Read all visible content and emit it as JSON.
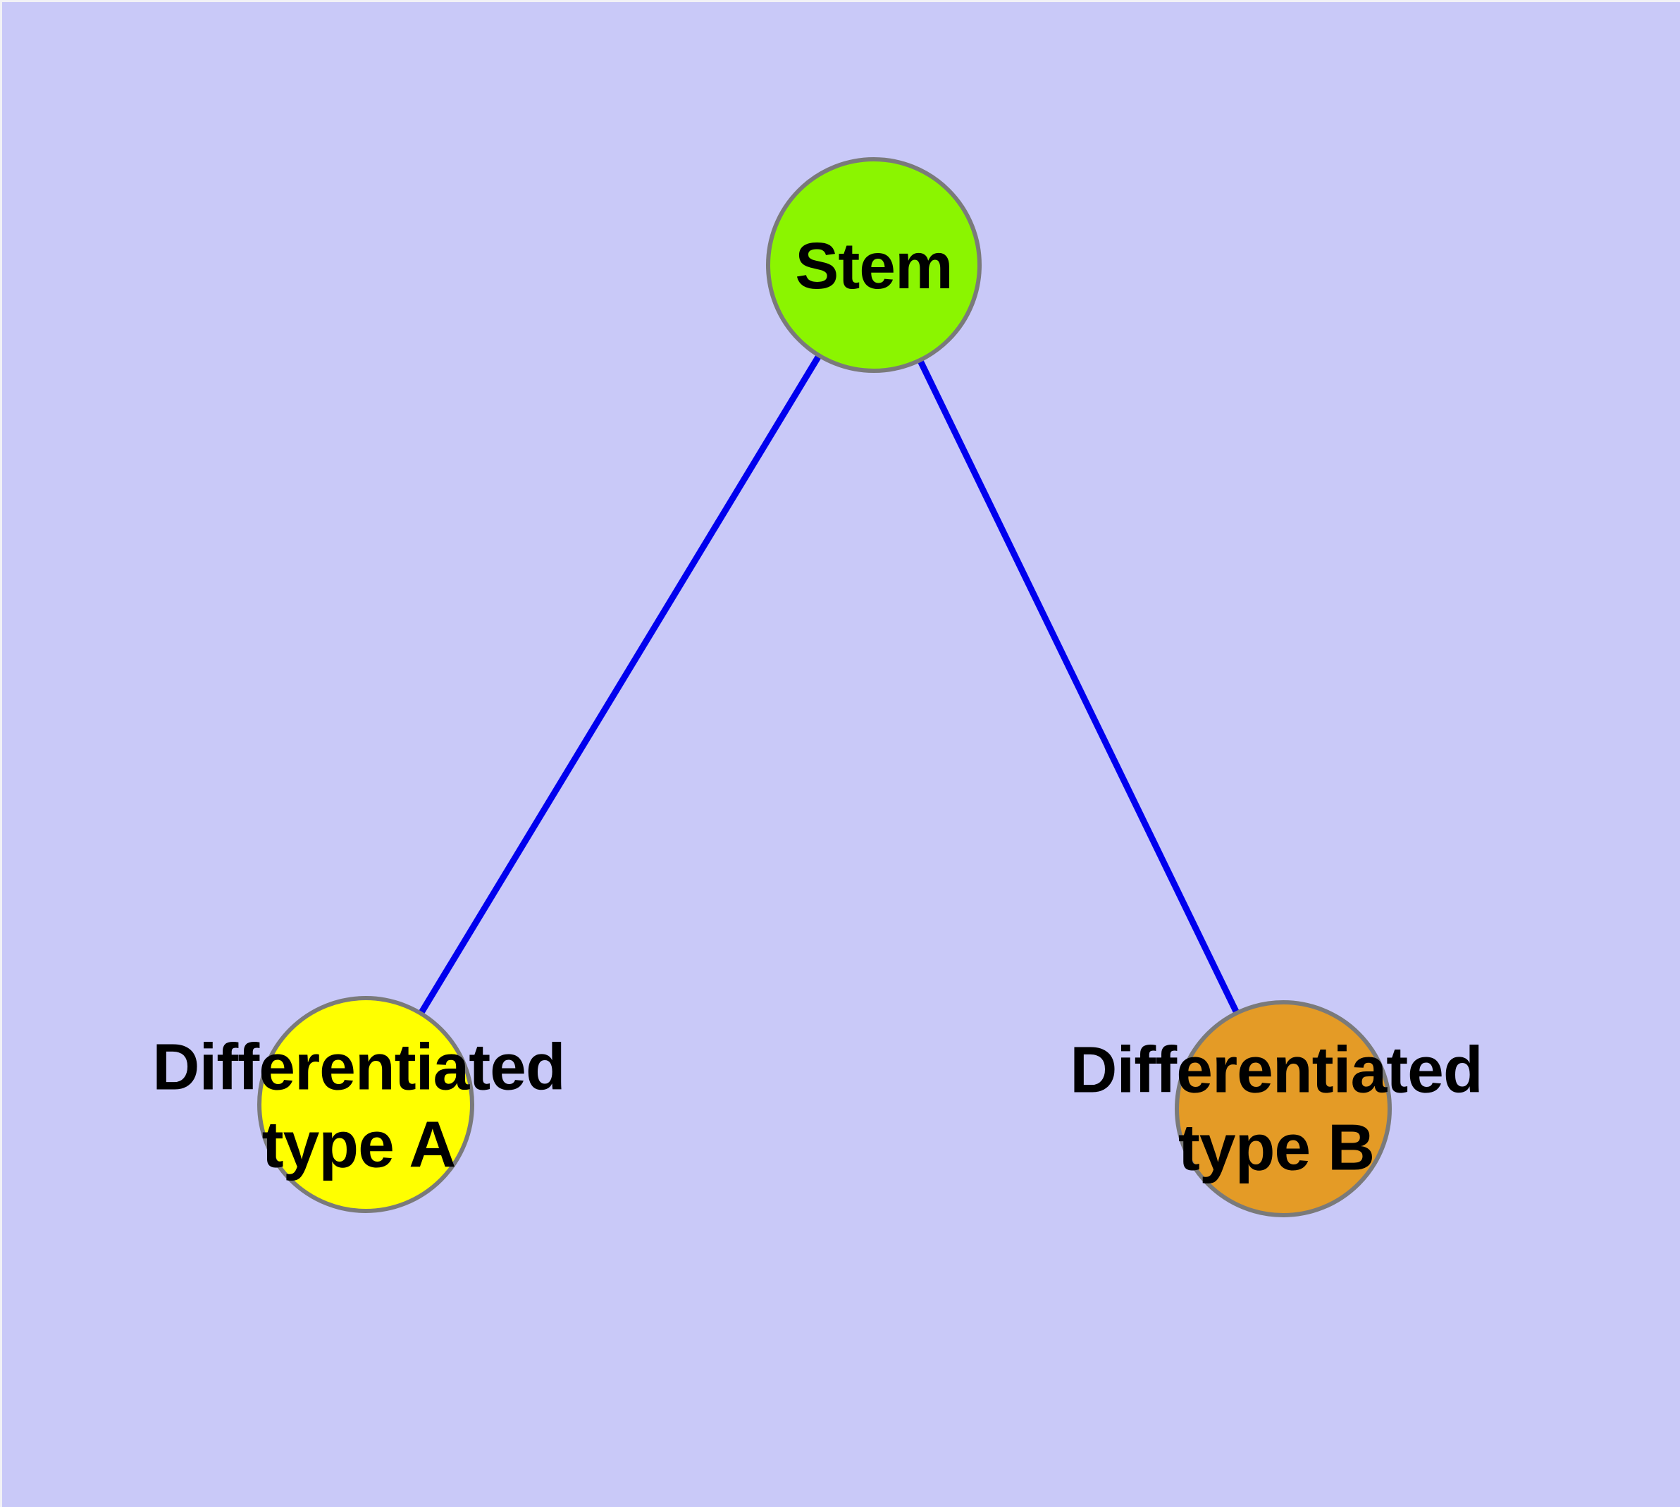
{
  "colors": {
    "background": "#C9C9F8",
    "edge_blue": "#0000EE",
    "node_border_gray": "#7A7A7A",
    "stem_fill_green": "#8BF500",
    "type_a_fill_yellow": "#FFFF00",
    "type_b_fill_orange": "#E49B26",
    "label_text": "#000000"
  },
  "graph": {
    "nodes": [
      {
        "id": "stem",
        "label": "Stem"
      },
      {
        "id": "type-a",
        "label": "Differentiated\ntype A"
      },
      {
        "id": "type-b",
        "label": "Differentiated\ntype B"
      }
    ],
    "edges": [
      {
        "from": "Stem",
        "to": "Differentiated type A"
      },
      {
        "from": "Stem",
        "to": "Differentiated type B"
      }
    ]
  }
}
